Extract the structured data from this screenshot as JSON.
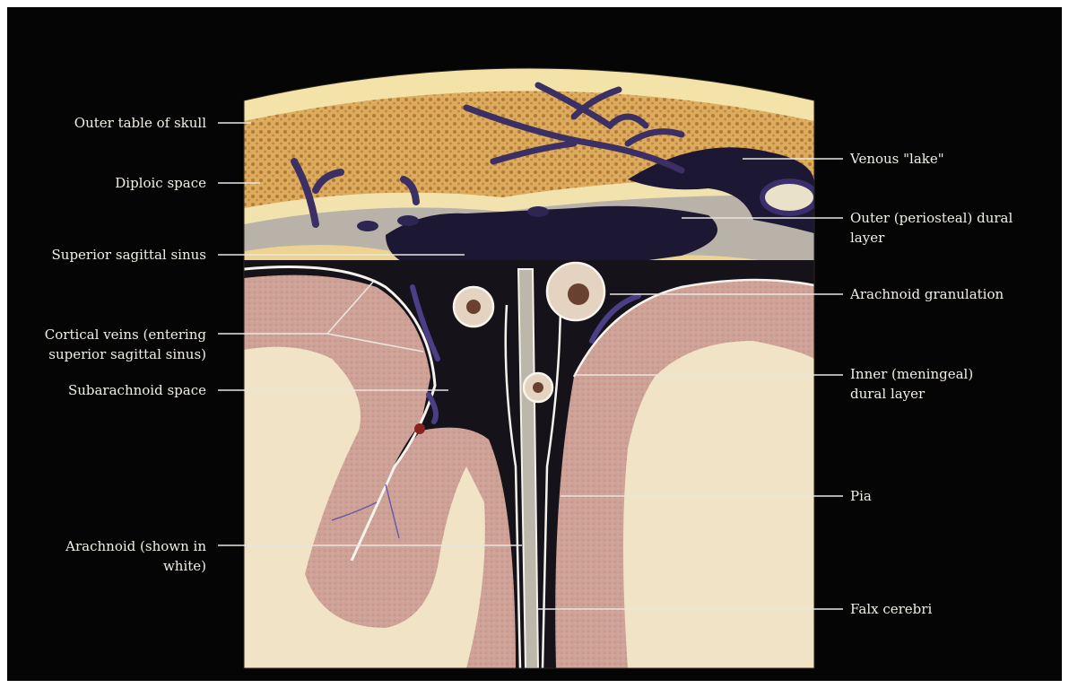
{
  "colors": {
    "background": "#050505",
    "bone": "#e8c87a",
    "diploe": "#c98a3c",
    "sinus": "#1b1530",
    "vein": "#3a2f6a",
    "cortex": "#c99a8e",
    "white_matter": "#f1e2c6",
    "label_text": "#f2efe6",
    "leader": "#e8e6df"
  },
  "labels_left": {
    "outer_table": "Outer table of skull",
    "diploic": "Diploic space",
    "superior_sinus": "Superior sagittal sinus",
    "cortical_veins_1": "Cortical veins (entering",
    "cortical_veins_2": "superior sagittal sinus)",
    "subarachnoid": "Subarachnoid space",
    "arachnoid_1": "Arachnoid (shown in",
    "arachnoid_2": "white)"
  },
  "labels_right": {
    "venous_lake": "Venous \"lake\"",
    "outer_dural_1": "Outer (periosteal) dural",
    "outer_dural_2": "layer",
    "granulation": "Arachnoid granulation",
    "inner_dural_1": "Inner (meningeal)",
    "inner_dural_2": "dural layer",
    "pia": "Pia",
    "falx": "Falx cerebri"
  }
}
